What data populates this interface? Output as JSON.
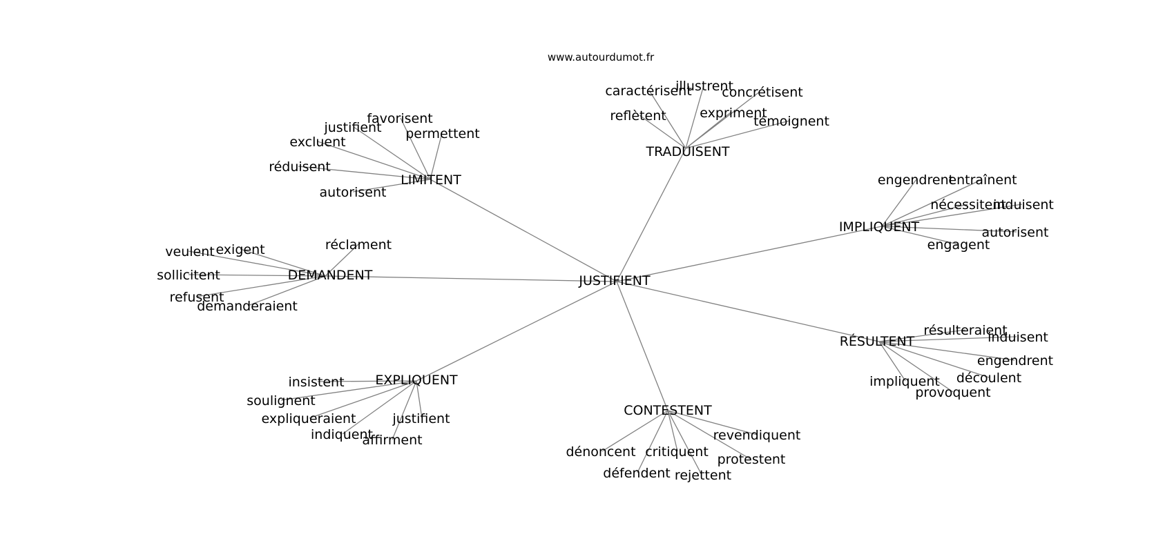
{
  "header": {
    "source": "www.autourdumot.fr"
  },
  "graph": {
    "center": "JUSTIFIENT",
    "hubs": [
      {
        "id": "limitent",
        "label": "LIMITENT",
        "leaves": [
          "favorisent",
          "justifient",
          "excluent",
          "permettent",
          "réduisent",
          "autorisent"
        ]
      },
      {
        "id": "traduisent",
        "label": "TRADUISENT",
        "leaves": [
          "caractérisent",
          "illustrent",
          "concrétisent",
          "reflètent",
          "expriment",
          "témoignent"
        ]
      },
      {
        "id": "impliquent",
        "label": "IMPLIQUENT",
        "leaves": [
          "engendrent",
          "entraînent",
          "nécessitent",
          "induisent",
          "autorisent",
          "engagent"
        ]
      },
      {
        "id": "demandent",
        "label": "DEMANDENT",
        "leaves": [
          "veulent",
          "exigent",
          "réclament",
          "sollicitent",
          "refusent",
          "demanderaient"
        ]
      },
      {
        "id": "resultent",
        "label": "RÉSULTENT",
        "leaves": [
          "résulteraient",
          "induisent",
          "engendrent",
          "découlent",
          "impliquent",
          "provoquent"
        ]
      },
      {
        "id": "expliquent",
        "label": "EXPLIQUENT",
        "leaves": [
          "insistent",
          "soulignent",
          "expliqueraient",
          "justifient",
          "indiquent",
          "affirment"
        ]
      },
      {
        "id": "contestent",
        "label": "CONTESTENT",
        "leaves": [
          "revendiquent",
          "dénoncent",
          "critiquent",
          "protestent",
          "défendent",
          "rejettent"
        ]
      }
    ]
  }
}
